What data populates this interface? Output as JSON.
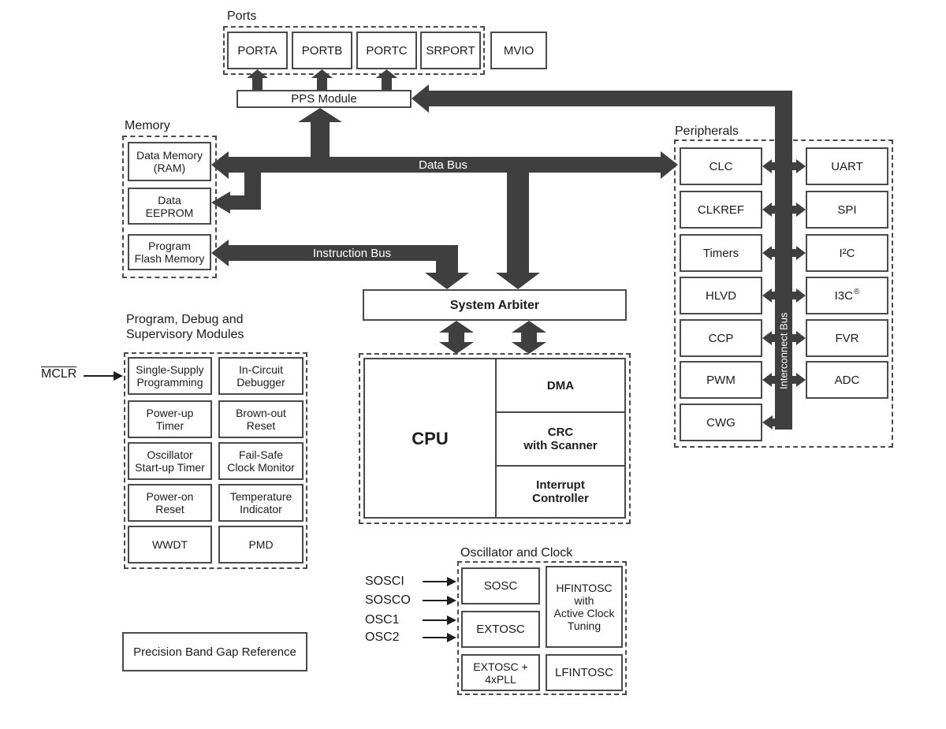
{
  "sections": {
    "ports": {
      "title": "Ports",
      "boxes": [
        "PORTA",
        "PORTB",
        "PORTC",
        "SRPORT"
      ],
      "mvio": "MVIO",
      "pps_module": "PPS Module"
    },
    "memory": {
      "title": "Memory",
      "boxes": [
        "Data Memory\n(RAM)",
        "Data\nEEPROM",
        "Program\nFlash Memory"
      ]
    },
    "debug": {
      "title": "Program, Debug and\nSupervisory Modules",
      "left": [
        "Single-Supply\nProgramming",
        "Power-up\nTimer",
        "Oscillator\nStart-up Timer",
        "Power-on\nReset",
        "WWDT"
      ],
      "right": [
        "In-Circuit\nDebugger",
        "Brown-out\nReset",
        "Fail-Safe\nClock Monitor",
        "Temperature\nIndicator",
        "PMD"
      ]
    },
    "peripherals": {
      "title": "Peripherals",
      "left": [
        "CLC",
        "CLKREF",
        "Timers",
        "HLVD",
        "CCP",
        "PWM",
        "CWG"
      ],
      "right": [
        "UART",
        "SPI",
        "I²C",
        "I3C",
        "FVR",
        "ADC"
      ],
      "i3c_sup": "®"
    },
    "cpu": {
      "cpu": "CPU",
      "dma": "DMA",
      "crc": "CRC\nwith Scanner",
      "interrupt": "Interrupt\nController"
    },
    "arbiter": "System Arbiter",
    "osc": {
      "title": "Oscillator and Clock",
      "left": [
        "SOSC",
        "EXTOSC",
        "EXTOSC +\n4xPLL"
      ],
      "hfintosc": "HFINTOSC\nwith\nActive Clock\nTuning",
      "lfintosc": "LFINTOSC",
      "pins": [
        "SOSCI",
        "SOSCO",
        "OSC1",
        "OSC2"
      ]
    },
    "bandgap": "Precision Band Gap Reference"
  },
  "buses": {
    "data": "Data Bus",
    "instruction": "Instruction Bus",
    "interconnect": "Interconnect Bus"
  },
  "signals": {
    "mclr": "MCLR"
  },
  "colors": {
    "bus": "#3f3f3f",
    "border": "#4a4a4a",
    "text": "#1c1c1c"
  }
}
